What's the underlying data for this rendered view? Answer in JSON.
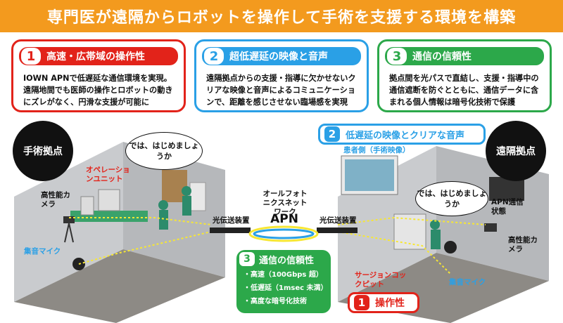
{
  "title": "専門医が遠隔からロボットを操作して手術を支援する環境を構築",
  "cards": [
    {
      "num": "1",
      "heading": "高速・広帯域の操作性",
      "body": "IOWN APNで低遅延な通信環境を実現。遠隔地間でも医師の操作とロボットの動きにズレがなく、円滑な支援が可能に"
    },
    {
      "num": "2",
      "heading": "超低遅延の映像と音声",
      "body": "遠隔拠点からの支援・指導に欠かせないクリアな映像と音声によるコミュニケーションで、距離を感じさせない臨場感を実現"
    },
    {
      "num": "3",
      "heading": "通信の信頼性",
      "body": "拠点間を光パスで直結し、支援・指導中の通信遮断を防ぐとともに、通信データに含まれる個人情報は暗号化技術で保護"
    }
  ],
  "scene": {
    "left_site": "手術拠点",
    "right_site": "遠隔拠点",
    "bubble_left": "では、はじめましょうか",
    "bubble_right": "では、はじめましょうか",
    "op_unit": "オペレーションユニット",
    "camera_left": "高性能カメラ",
    "mic_left": "集音マイク",
    "camera_right": "高性能カメラ",
    "mic_right": "集音マイク",
    "patient_view": "患者側（手術映像）",
    "apn_status": "APN通信状態",
    "surgeon_cockpit": "サージョンコックピット",
    "transmitter_left": "光伝送装置",
    "transmitter_right": "光伝送装置",
    "network_label": "オールフォトニクスネットワーク",
    "apn": "APN"
  },
  "pill2": {
    "num": "2",
    "text": "低遅延の映像とクリアな音声"
  },
  "pill1": {
    "num": "1",
    "text": "操作性"
  },
  "reliability": {
    "num": "3",
    "heading": "通信の信頼性",
    "items": [
      "・高速（100Gbps 超）",
      "・低遅延（1msec 未満）",
      "・高度な暗号化技術"
    ]
  },
  "colors": {
    "orange": "#f39a1e",
    "red": "#e2231a",
    "blue": "#2aa0e6",
    "green": "#2ca84a"
  }
}
